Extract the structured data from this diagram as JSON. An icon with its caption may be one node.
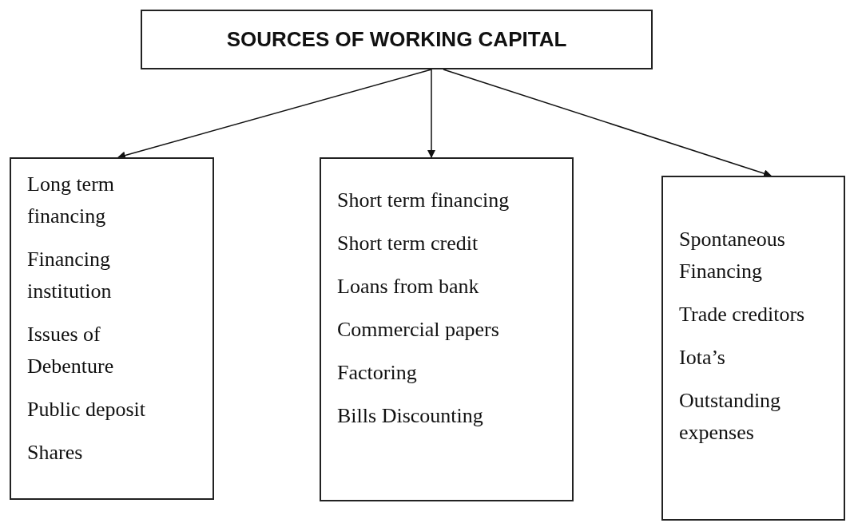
{
  "diagram": {
    "nodes": [
      {
        "text": [
          "SOURCES OF WORKING CAPITAL"
        ]
      },
      {
        "text": [
          "Long term financing",
          "Financing institution",
          "Issues of Debenture",
          "Public deposit",
          "Shares"
        ]
      },
      {
        "text": [
          "Short term financing",
          "Short term credit",
          "Loans from bank",
          "Commercial papers",
          "Factoring",
          "Bills Discounting"
        ]
      },
      {
        "text": [
          "Spontaneous Financing",
          "Trade creditors",
          "Iota’s",
          "Outstanding expenses"
        ]
      }
    ],
    "edges": [
      {
        "from": 0,
        "to": 1,
        "arrow": "to"
      },
      {
        "from": 0,
        "to": 2,
        "arrow": "to"
      },
      {
        "from": 0,
        "to": 3,
        "arrow": "to"
      }
    ]
  }
}
